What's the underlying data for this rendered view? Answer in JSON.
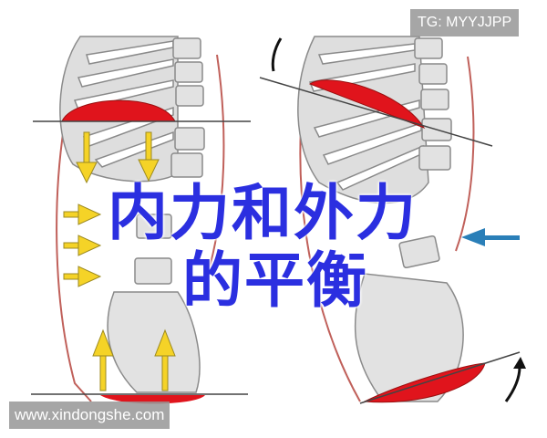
{
  "watermarks": {
    "top_right": "TG: MYYJJPP",
    "bottom_left": "www.xindongshe.com"
  },
  "title": {
    "line1": "内力和外力",
    "line2": "的平衡"
  },
  "illustration": {
    "left_panel": {
      "description": "Neutral spine with diaphragm and pelvic floor aligned horizontally",
      "arrows": [
        "down-arrow",
        "down-arrow",
        "right-arrow",
        "right-arrow",
        "right-arrow",
        "up-arrow",
        "up-arrow"
      ]
    },
    "right_panel": {
      "description": "Tilted spine with diaphragm and pelvic floor misaligned",
      "arrows": [
        "left-arrow-external-force",
        "rotation-arrow-top",
        "rotation-arrow-bottom"
      ]
    },
    "colors": {
      "title": "#2b2fe0",
      "muscle_red": "#e0141c",
      "arrow_yellow": "#f5d327",
      "arrow_blue": "#2a7fb8",
      "bone_gray": "#dcdcdc",
      "outline_gray": "#8a8a8a",
      "body_outline": "#c0605a"
    }
  }
}
